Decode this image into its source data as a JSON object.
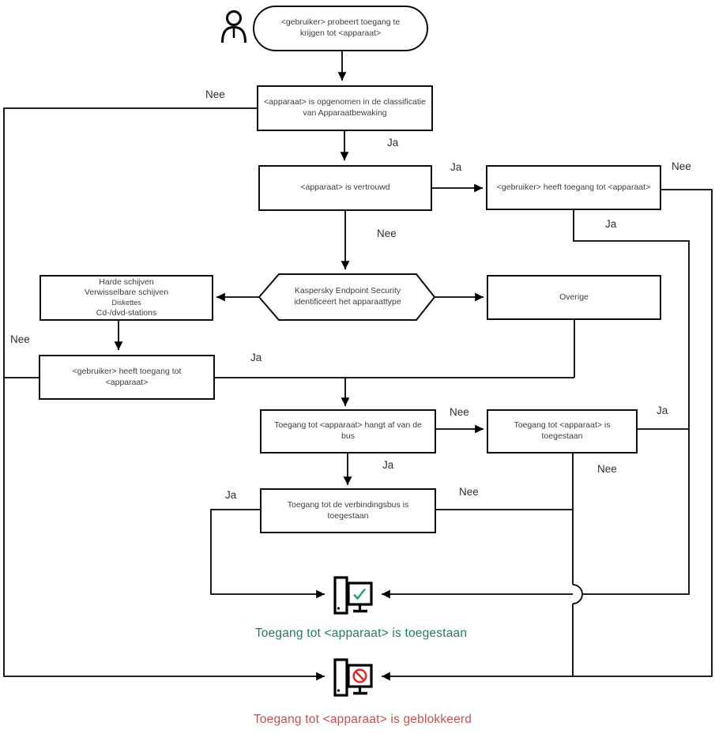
{
  "diagram": {
    "start_text": "<gebruiker> probeert toegang te krijgen tot <apparaat>",
    "nodes": {
      "classification": "<apparaat> is opgenomen in de classificatie van Apparaatbewaking",
      "trusted": "<apparaat> is vertrouwd",
      "user_access_top": "<gebruiker> heeft toegang tot <apparaat>",
      "identify": "Kaspersky Endpoint Security identificeert het apparaattype",
      "device_types": [
        "Harde schijven",
        "Verwisselbare schijven",
        "Diskettes",
        "Cd-/dvd-stations"
      ],
      "other": "Overige",
      "user_access_left": "<gebruiker> heeft toegang tot <apparaat>",
      "bus_dependent": "Toegang tot <apparaat> hangt af van de bus",
      "access_allowed_box": "Toegang tot <apparaat> is toegestaan",
      "bus_allowed": "Toegang tot de verbindingsbus is toegestaan"
    },
    "labels": {
      "yes": "Ja",
      "no": "Nee"
    },
    "outcomes": {
      "allowed": "Toegang tot <apparaat> is toegestaan",
      "blocked": "Toegang tot <apparaat> is geblokkeerd"
    },
    "colors": {
      "line": "#000000",
      "allowed_text": "#227a68",
      "blocked_text": "#c5524e",
      "check_green": "#2aa571",
      "prohibit_red": "#d2322a"
    }
  }
}
